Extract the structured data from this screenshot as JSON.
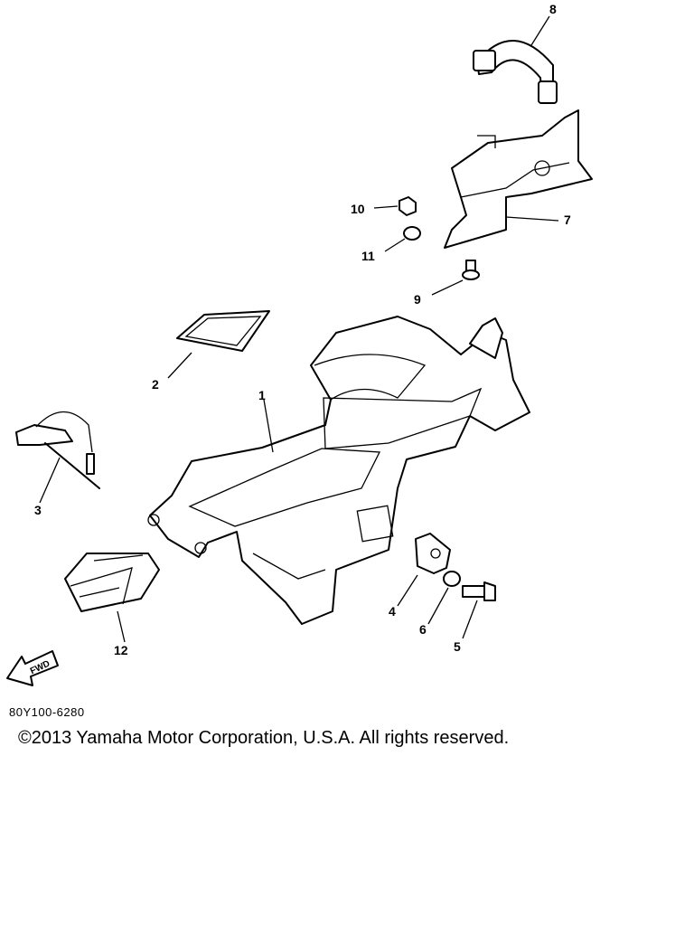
{
  "diagram": {
    "callouts": [
      "1",
      "2",
      "3",
      "4",
      "5",
      "6",
      "7",
      "8",
      "9",
      "10",
      "11",
      "12"
    ],
    "fwd_label": "FWD"
  },
  "footer": {
    "drawing_code": "80Y100-6280",
    "copyright": "©2013 Yamaha Motor Corporation, U.S.A. All rights reserved."
  }
}
